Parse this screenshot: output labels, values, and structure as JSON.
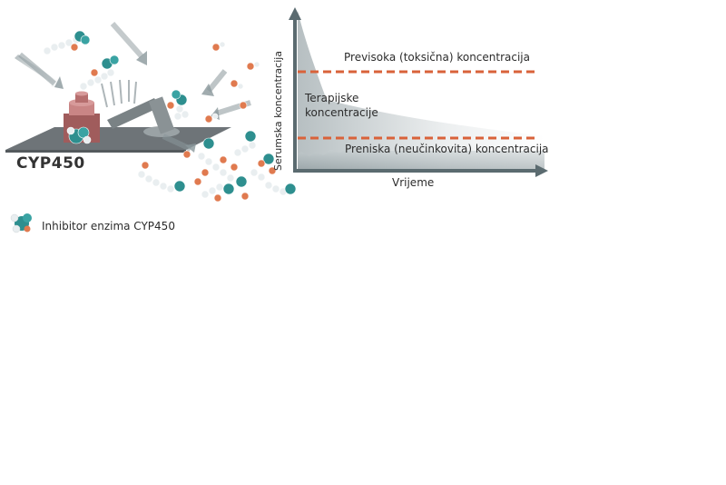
{
  "enzyme": {
    "label": "CYP450"
  },
  "legend": {
    "icon": "molecule-icon",
    "label": "Inhibitor enzima CYP450"
  },
  "graph": {
    "y_axis_label": "Serumska koncentracija",
    "x_axis_label": "Vrijeme",
    "toxic_label": "Previsoka (toksična) koncentracija",
    "therapeutic_label": "Terapijske koncentracije",
    "ineffective_label": "Preniska (neučinkovita) koncentracija"
  },
  "colors": {
    "teal": "#2e8f8f",
    "orange": "#e07a4f",
    "threshold_line": "#d9623a",
    "axis": "#5b6b70",
    "enzyme_red": "#b06a6a",
    "platform": "#6e7478"
  }
}
